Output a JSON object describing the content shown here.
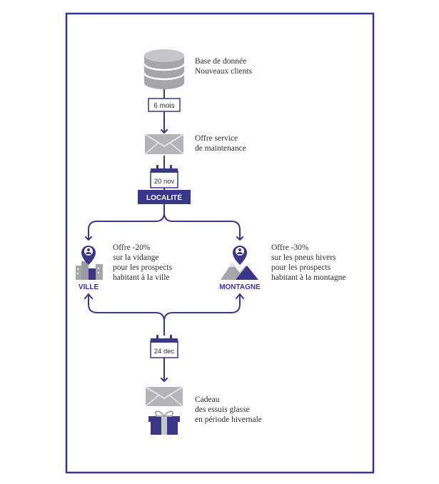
{
  "colors": {
    "frame": "#3a3688",
    "accent": "#3a3688",
    "gray": "#a6a6aa",
    "light_gray": "#d0d0d4",
    "text": "#2a2a3a"
  },
  "steps": {
    "database": {
      "icon": "database-icon",
      "lines": [
        "Base de donnée",
        "Nouveaux clients"
      ]
    },
    "delay_1": {
      "label": "6 mois"
    },
    "email_1": {
      "icon": "envelope-icon",
      "lines": [
        "Offre service",
        "de maintenance"
      ]
    },
    "date_1": {
      "icon": "calendar-icon",
      "label": "20 nov"
    },
    "split": {
      "label": "LOCALITÉ"
    },
    "branch_city": {
      "icon": "city-pin-icon",
      "label": "VILLE",
      "lines": [
        "Offre -20%",
        "sur la vidange",
        "pour les prospects",
        "habitant à la ville"
      ]
    },
    "branch_mountain": {
      "icon": "mountain-pin-icon",
      "label": "MONTAGNE",
      "lines": [
        "Offre -30%",
        "sur les pneus hivers",
        "pour les prospects",
        "habitant à la montagne"
      ]
    },
    "date_2": {
      "icon": "calendar-icon",
      "label": "24 dec"
    },
    "gift": {
      "icon": "gift-icon",
      "lines": [
        "Cadeau",
        "des essuis glasse",
        "en période hivernale"
      ]
    }
  }
}
